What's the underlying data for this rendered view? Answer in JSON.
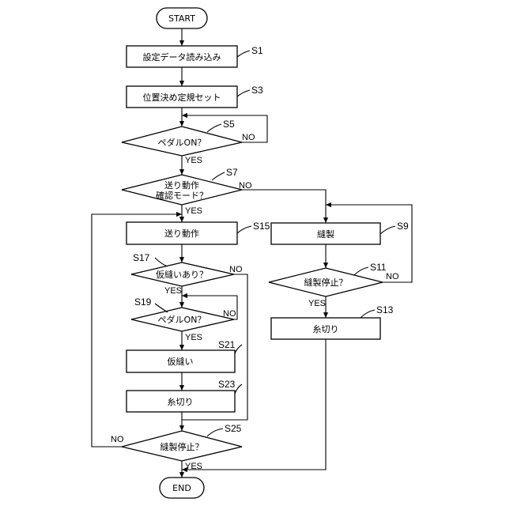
{
  "nodes": {
    "start": "START",
    "s1": "設定データ読み込み",
    "s3": "位置決め定規セット",
    "s5": "ペダルON？",
    "s7_line1": "送り動作",
    "s7_line2": "確認モード？",
    "s15": "送り動作",
    "s17": "仮縫いあり？",
    "s19": "ペダルON？",
    "s21": "仮縫い",
    "s23": "糸切り",
    "s25": "縫製停止？",
    "s9": "縫製",
    "s11": "縫製停止？",
    "s13": "糸切り",
    "end": "END"
  },
  "step_labels": {
    "s1": "S1",
    "s3": "S3",
    "s5": "S5",
    "s7": "S7",
    "s9": "S9",
    "s11": "S11",
    "s13": "S13",
    "s15": "S15",
    "s17": "S17",
    "s19": "S19",
    "s21": "S21",
    "s23": "S23",
    "s25": "S25"
  },
  "branch_labels": {
    "yes": "YES",
    "no": "NO"
  }
}
